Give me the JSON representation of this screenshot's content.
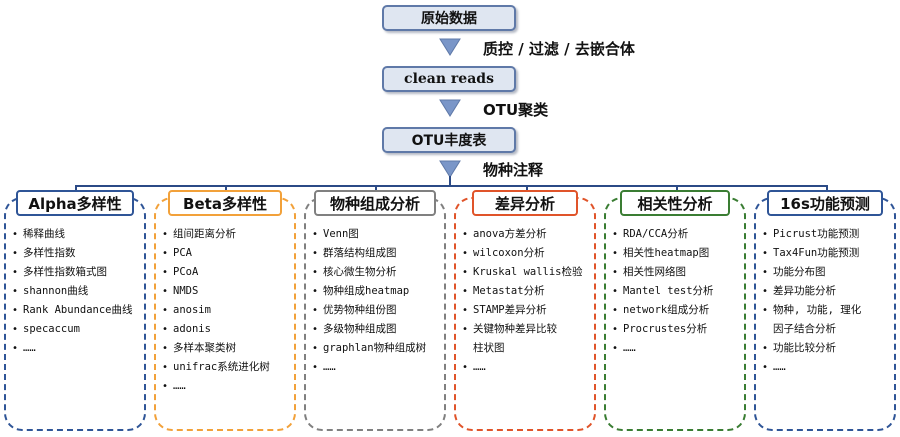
{
  "flow": {
    "steps": [
      {
        "box": "原始数据",
        "arrow_label": "质控 / 过滤 / 去嵌合体"
      },
      {
        "box": "clean reads",
        "arrow_label": "OTU聚类"
      },
      {
        "box": "OTU丰度表",
        "arrow_label": "物种注释"
      }
    ]
  },
  "panels": [
    {
      "title": "Alpha多样性",
      "color": "#2f5597",
      "items": [
        "稀释曲线",
        "多样性指数",
        "多样性指数箱式图",
        "shannon曲线",
        "Rank Abundance曲线",
        "specaccum",
        "……"
      ]
    },
    {
      "title": "Beta多样性",
      "color": "#f2a13a",
      "items": [
        "组间距离分析",
        "PCA",
        "PCoA",
        "NMDS",
        "anosim",
        "adonis",
        "多样本聚类树",
        "unifrac系统进化树",
        "……"
      ]
    },
    {
      "title": "物种组成分析",
      "color": "#808080",
      "items": [
        "Venn图",
        "群落结构组成图",
        "核心微生物分析",
        "物种组成heatmap",
        "优势物种组份图",
        "多级物种组成图",
        "graphlan物种组成树",
        "……"
      ]
    },
    {
      "title": "差异分析",
      "color": "#e0542a",
      "items": [
        "anova方差分析",
        "wilcoxon分析",
        "Kruskal wallis检验",
        "Metastat分析",
        "STAMP差异分析",
        [
          "关键物种差异比较",
          "柱状图"
        ],
        "……"
      ]
    },
    {
      "title": "相关性分析",
      "color": "#3a7d33",
      "items": [
        "RDA/CCA分析",
        "相关性heatmap图",
        "相关性网络图",
        "Mantel test分析",
        "network组成分析",
        "Procrustes分析",
        "……"
      ]
    },
    {
      "title": "16s功能预测",
      "color": "#2f5597",
      "items": [
        "Picrust功能预测",
        "Tax4Fun功能预测",
        "功能分布图",
        "差异功能分析",
        [
          "物种, 功能, 理化",
          "因子结合分析"
        ],
        "功能比较分析",
        "……"
      ]
    }
  ],
  "colors": {
    "flow_box_fill": "#dfe6f1",
    "flow_box_border": "#5f79a8",
    "arrow": "#7a96c8",
    "connector": "#2b4a86"
  }
}
